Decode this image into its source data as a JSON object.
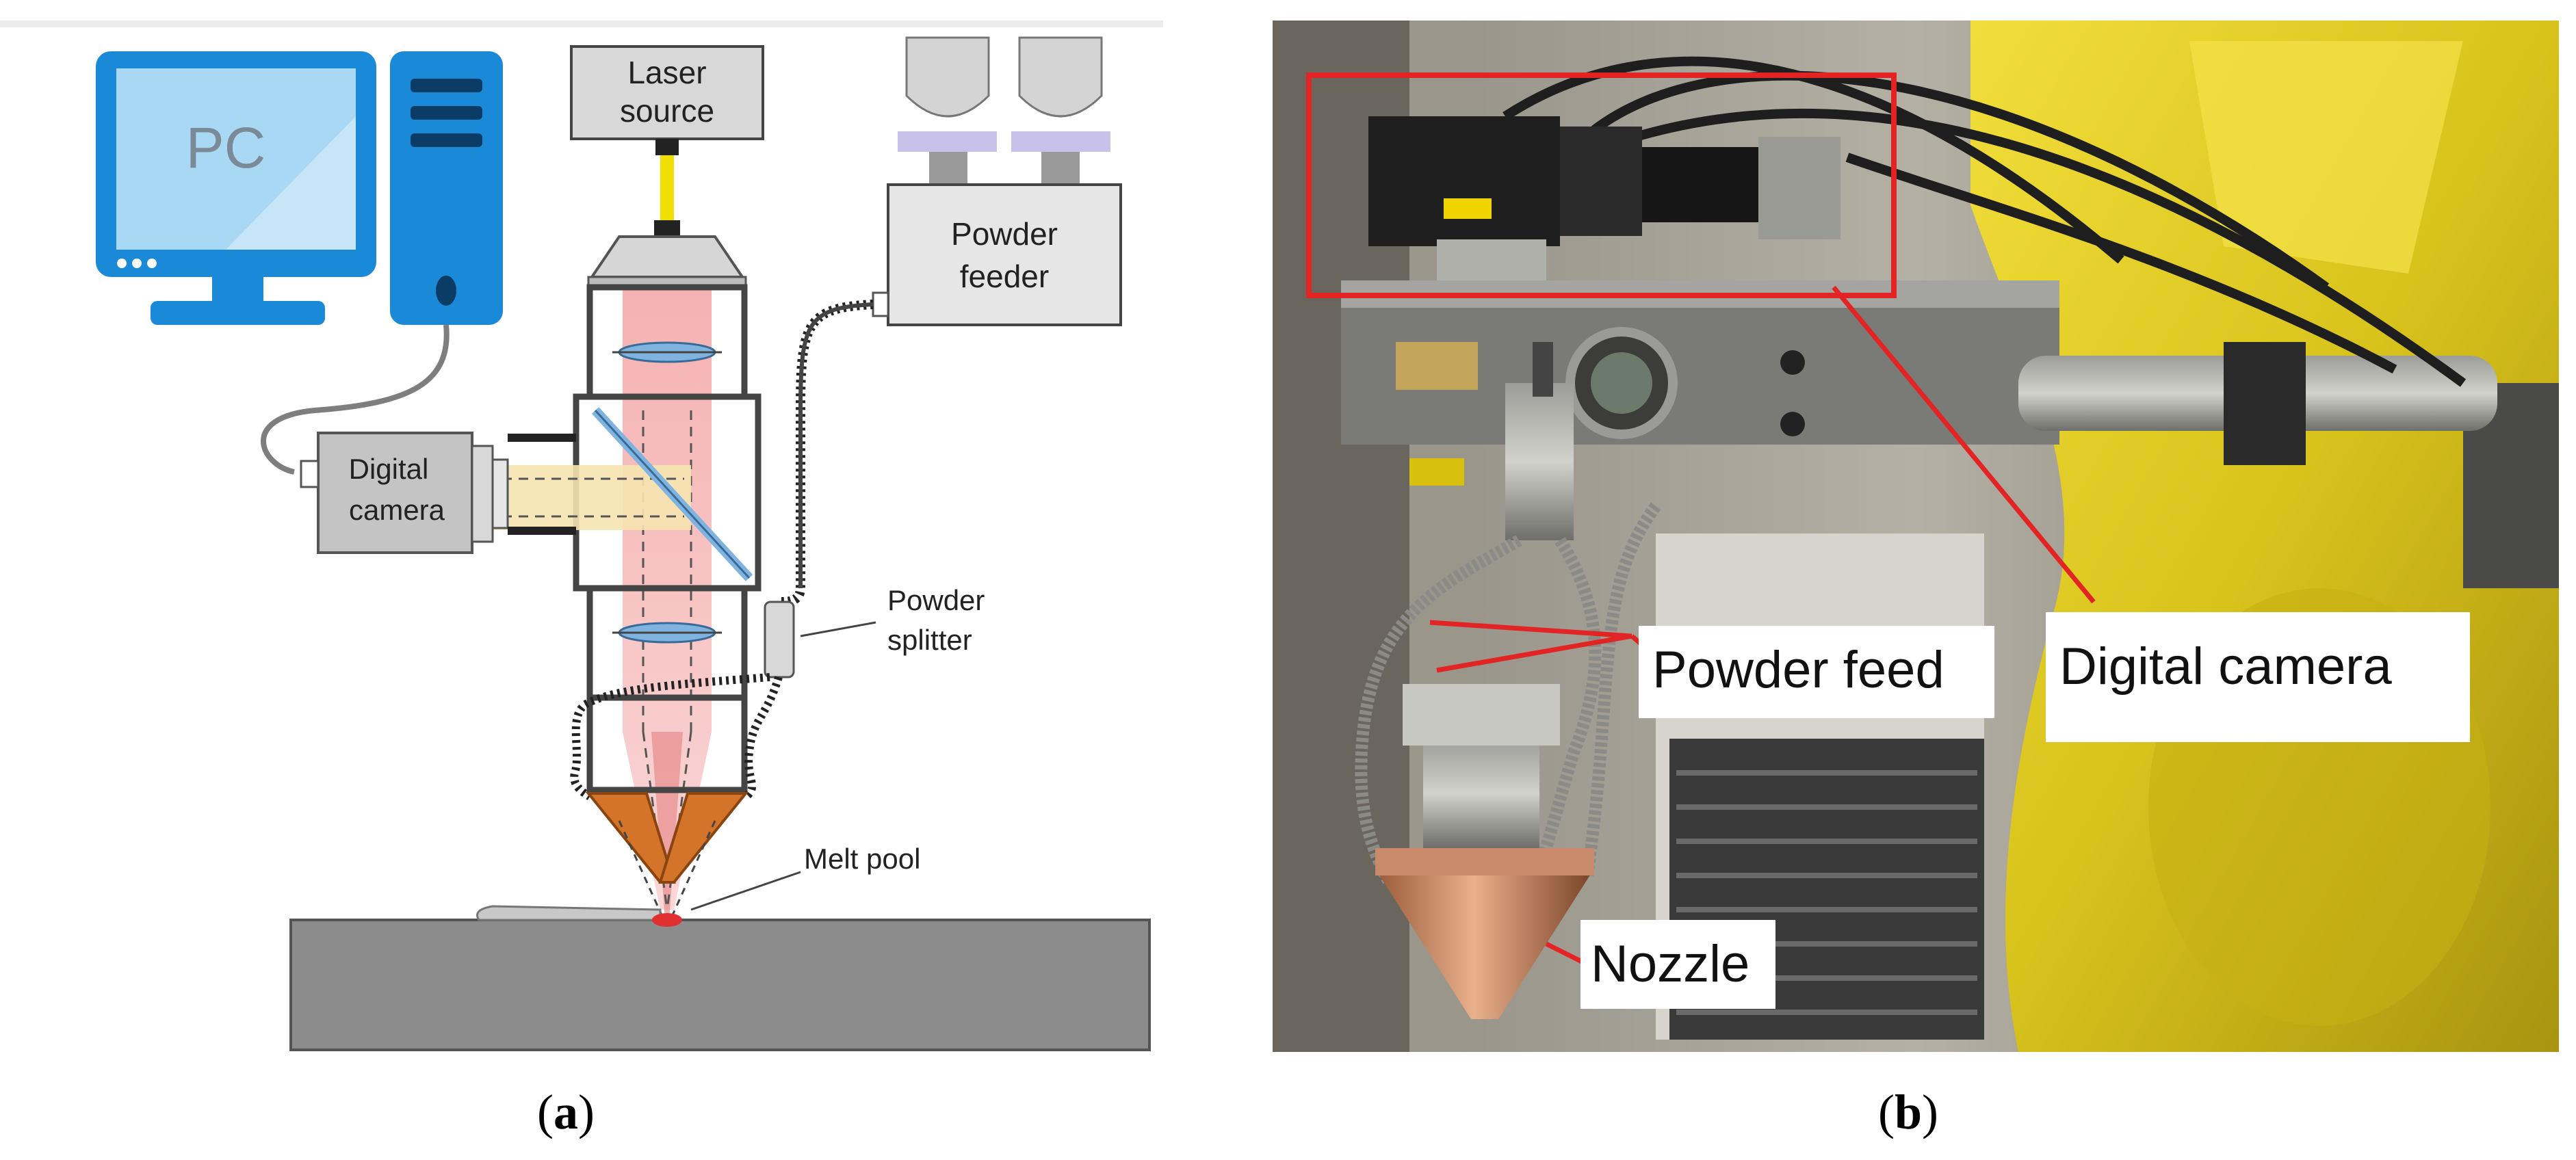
{
  "panel_a": {
    "pc_label": "PC",
    "laser_source": [
      "Laser",
      "source"
    ],
    "powder_feeder": [
      "Powder",
      "feeder"
    ],
    "digital_camera": [
      "Digital",
      "camera"
    ],
    "powder_splitter": [
      "Powder",
      "splitter"
    ],
    "melt_pool": "Melt pool",
    "caption_letter": "a"
  },
  "panel_b": {
    "powder_feed": "Powder feed",
    "digital_camera": "Digital camera",
    "nozzle": "Nozzle",
    "caption_letter": "b"
  },
  "colors": {
    "pc_blue": "#1a8ad8",
    "pc_screen": "#a8d8f4",
    "beam_pink": "#f5b8b8",
    "camera_beam": "#f6e4b0",
    "nozzle_orange": "#d4742a",
    "annotation_red": "#e32424",
    "workpiece_gray": "#8c8c8c",
    "robot_yellow": "#e8d42a"
  }
}
